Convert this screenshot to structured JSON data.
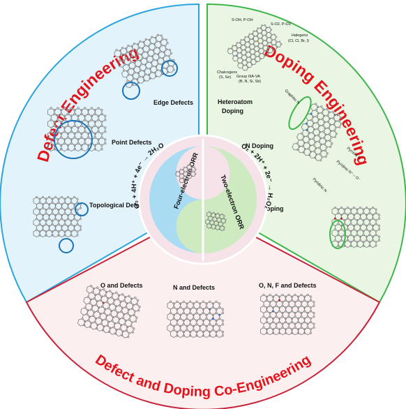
{
  "sectors": {
    "defect": {
      "title": "Defect Engineering",
      "items": [
        "Edge Defects",
        "Point Defects",
        "Topological Defects"
      ],
      "color": "#2aa4dc",
      "fill": "#e3f3fb"
    },
    "doping": {
      "title": "Doping Engineering",
      "items": [
        "Heteroatom Doping",
        "N Doping",
        "O Doping"
      ],
      "color": "#3db54a",
      "fill": "#e9f6e4"
    },
    "codoping": {
      "title": "Defect and Doping Co-Engineering",
      "items": [
        "O and Defects",
        "N and Defects",
        "O, N, F and Defects"
      ],
      "color": "#c5243a",
      "fill": "#fbeff0"
    }
  },
  "heteroatom_labels": [
    "S-OH, P-OH",
    "S-O2, P-O3",
    "Halogens",
    "(Cl, Cl, Br, I)",
    "Chalcogens",
    "(S, Se)",
    "Group IIIA-VA",
    "(B, N, Si, Sb)"
  ],
  "n_doping_labels": [
    "Graphitic N",
    "Pyrrolic N",
    "Pyridinic N",
    "Pyridinic N⁺ – O⁻"
  ],
  "center": {
    "left_equation": "O₂ + 4H⁺ + 4e⁻ → 2H₂O",
    "left_label": "Four-electron ORR",
    "right_equation": "O₂ + 2H⁺ + 2e⁻ → H₂O₂",
    "right_label": "Two-electron ORR"
  },
  "colors": {
    "title_red": "#e4141c",
    "defect_border": "#2aa4dc",
    "doping_border": "#3db54a",
    "codoping_border": "#c5243a",
    "center_blue": "#a9dcf2",
    "center_green": "#cdeac0",
    "center_pink": "#f6e3ea"
  }
}
